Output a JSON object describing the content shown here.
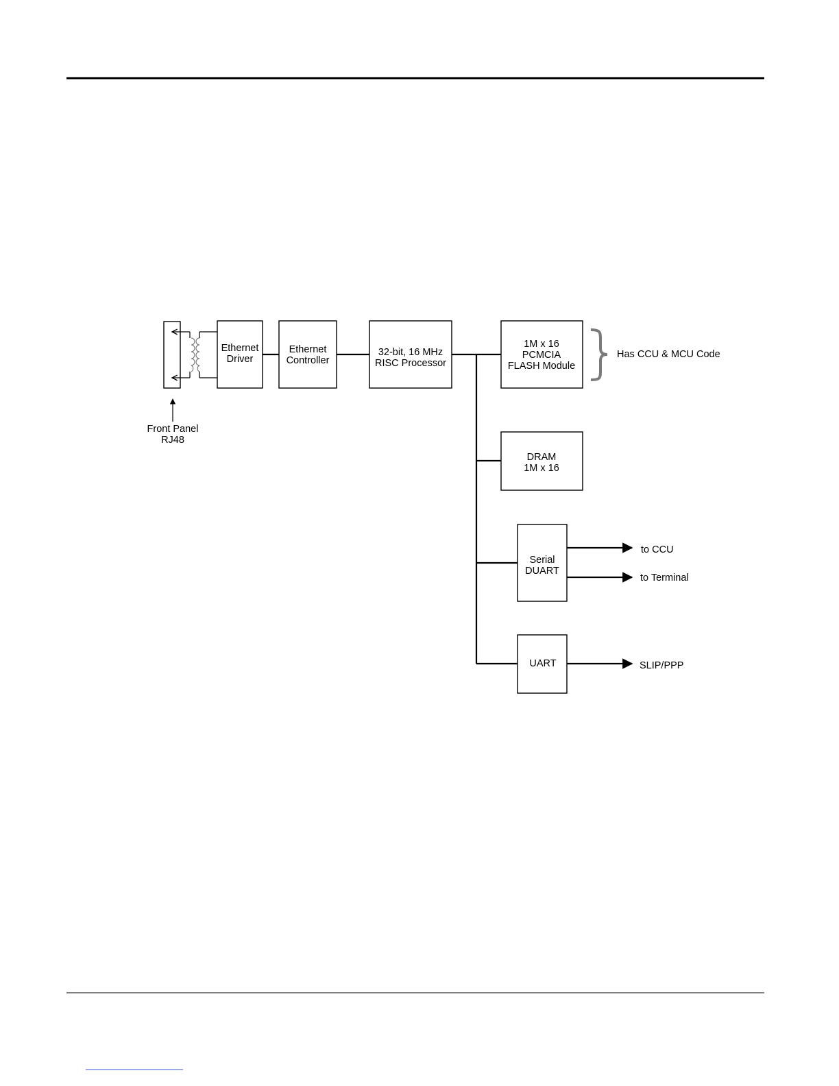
{
  "blocks": {
    "ethernet_driver": [
      "Ethernet",
      "Driver"
    ],
    "ethernet_controller": [
      "Ethernet",
      "Controller"
    ],
    "risc_processor": [
      "32-bit, 16 MHz",
      "RISC Processor"
    ],
    "flash_module": [
      "1M x 16",
      "PCMCIA",
      "FLASH Module"
    ],
    "dram": [
      "DRAM",
      "1M x 16"
    ],
    "serial_duart": [
      "Serial",
      "DUART"
    ],
    "uart": [
      "UART"
    ]
  },
  "connector_label": [
    "Front Panel",
    "RJ48"
  ],
  "flash_note": "Has CCU & MCU Code",
  "outputs": {
    "to_ccu": "to CCU",
    "to_terminal": "to Terminal",
    "slip_ppp": "SLIP/PPP"
  },
  "colors": {
    "line": "#000000",
    "brace": "#7a7a7a",
    "footer_link": "#3355cc"
  }
}
